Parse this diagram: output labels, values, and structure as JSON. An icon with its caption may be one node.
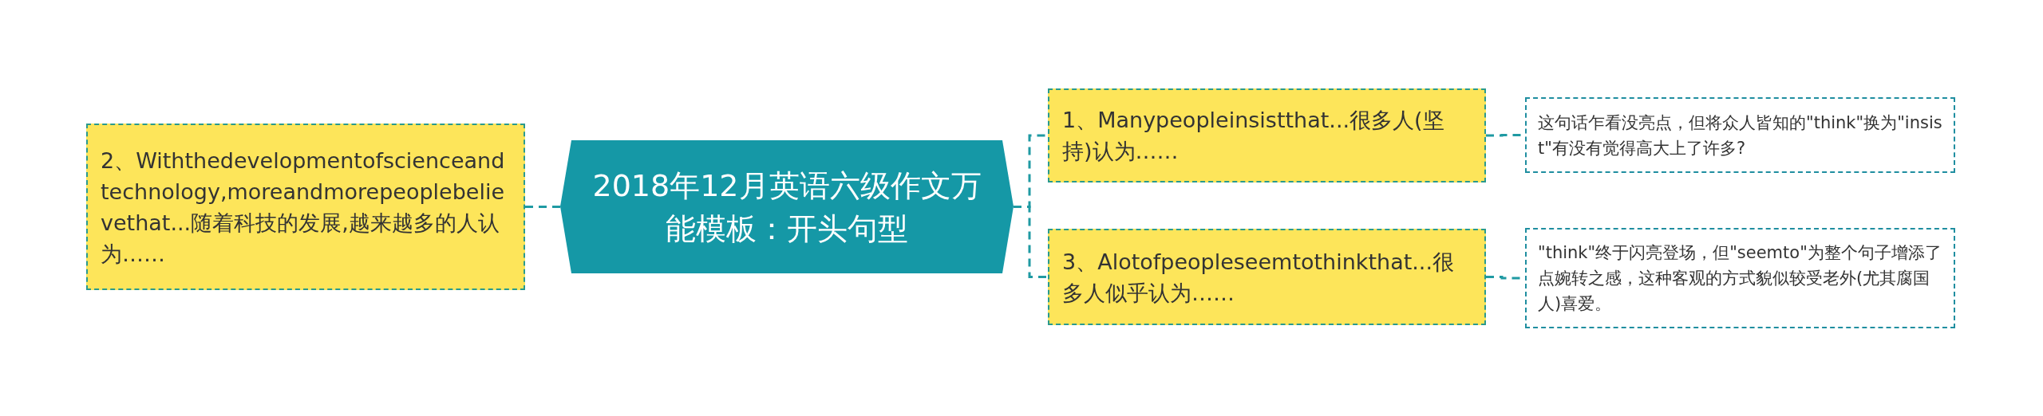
{
  "diagram": {
    "nodes": [
      {
        "text": [
          "2、Withthedevelopmentofscienceandtechnology,moreandmorepeoplebelievethat...随着科技的发展,越来越多的人认为……"
        ]
      },
      {
        "text": [
          "2018年12月英语六级作文万能模板：开头句型"
        ]
      },
      {
        "text": [
          "1、Manypeopleinsistthat...很多人(坚持)认为……"
        ]
      },
      {
        "text": [
          "3、Alotofpeopleseemtothinkthat...很多人似乎认为……"
        ]
      },
      {
        "text": [
          "这句话乍看没亮点，但将众人皆知的\"think\"换为\"insist\"有没有觉得高大上了许多?"
        ]
      },
      {
        "text": [
          "\"think\"终于闪亮登场，但\"seemto\"为整个句子增添了点婉转之感，这种客观的方式貌似较受老外(尤其腐国人)喜爱。"
        ]
      }
    ],
    "edges": [
      {
        "from": 1,
        "to": 0,
        "arrow": "none",
        "style": "dashed"
      },
      {
        "from": 1,
        "to": 2,
        "arrow": "none",
        "style": "dashed"
      },
      {
        "from": 1,
        "to": 3,
        "arrow": "none",
        "style": "dashed"
      },
      {
        "from": 2,
        "to": 4,
        "arrow": "none",
        "style": "dashed"
      },
      {
        "from": 3,
        "to": 5,
        "arrow": "none",
        "style": "dashed"
      }
    ]
  }
}
